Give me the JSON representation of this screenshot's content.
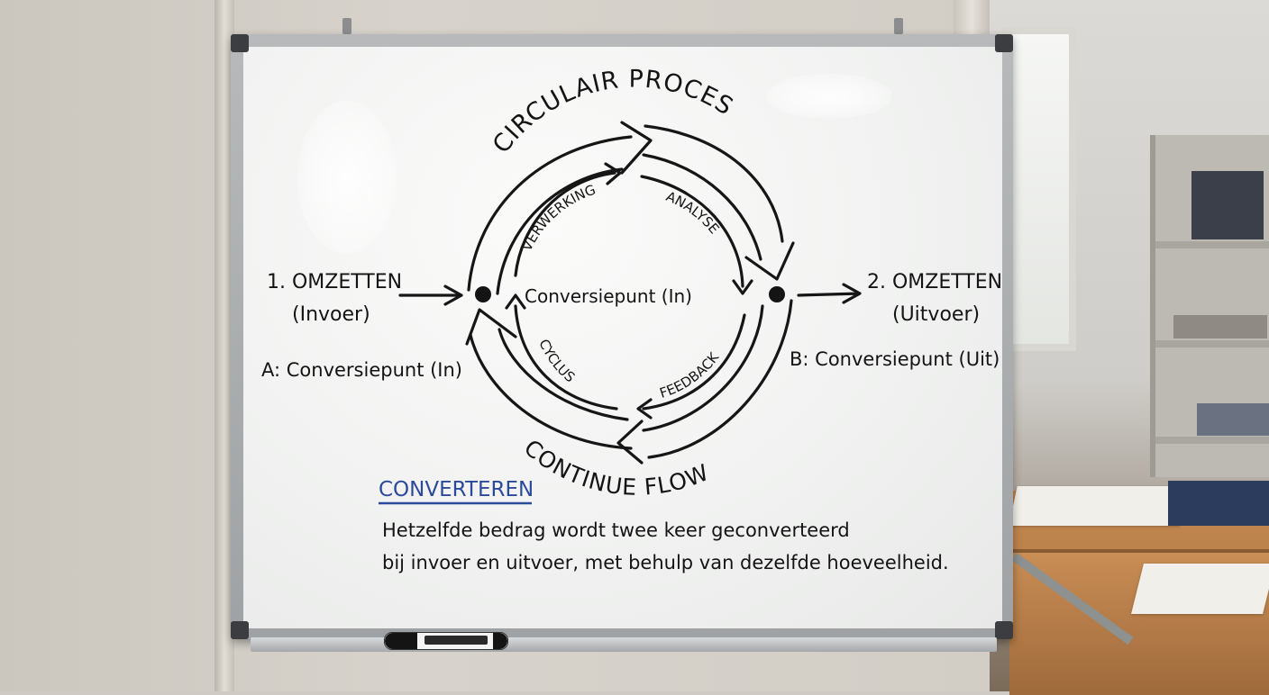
{
  "whiteboard": {
    "title_top": "CIRCULAIR PROCES",
    "title_bottom": "CONTINUE FLOW",
    "left_label_line1": "1. OMZETTEN",
    "left_label_line2": "(Invoer)",
    "right_label_line1": "2. OMZETTEN",
    "right_label_line2": "(Uitvoer)",
    "point_a": "A: Conversiepunt (In)",
    "point_b": "B: Conversiepunt (Uit)",
    "center_label": "Conversiepunt (In)",
    "arc_upper_left": "VERWERKING",
    "arc_upper_right": "ANALYSE",
    "arc_lower_left": "CYCLUS",
    "arc_lower_right": "FEEDBACK",
    "note_heading": "CONVERTEREN",
    "note_line1": "Hetzelfde bedrag wordt twee keer geconverteerd",
    "note_line2": "bij invoer en uitvoer, met behulp van dezelfde hoeveelheid."
  },
  "colors": {
    "ink": "#141414",
    "heading_blue": "#2b4a9a",
    "board": "#f2f3f2",
    "frame": "#a9acae",
    "desk": "#b87c47"
  }
}
